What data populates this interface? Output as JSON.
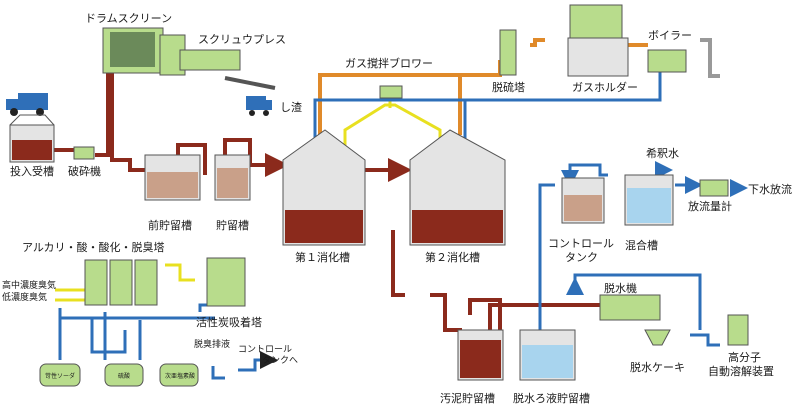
{
  "labels": {
    "drum_screen": "ドラムスクリーン",
    "screw_press": "スクリュウプレス",
    "screenings": "し渣",
    "gas_blower": "ガス撹拌ブロワー",
    "desulfurizer": "脱硫塔",
    "gas_holder": "ガスホルダー",
    "boiler": "ボイラー",
    "receiving_tank": "投入受槽",
    "crusher": "破砕機",
    "pre_storage": "前貯留槽",
    "storage": "貯留槽",
    "digester1": "第１消化槽",
    "digester2": "第２消化槽",
    "dilution_water": "希釈水",
    "control_tank_l1": "コントロール",
    "control_tank_l2": "タンク",
    "mixing_tank": "混合槽",
    "discharge_meter": "放流量計",
    "sewer_discharge": "下水放流",
    "scrubber": "アルカリ・酸・酸化・脱臭塔",
    "high_odor": "高中濃度臭気",
    "low_odor": "低濃度臭気",
    "carbon_tower": "活性炭吸着塔",
    "deodor_drain": "脱臭排液",
    "to_control_l1": "コントロール",
    "to_control_l2": "タンクへ",
    "dewatering": "脱水機",
    "cake": "脱水ケーキ",
    "polymer_l1": "高分子",
    "polymer_l2": "自動溶解装置",
    "sludge_tank": "汚泥貯留槽",
    "filtrate_tank": "脱水ろ液貯留槽",
    "chem1": "苛性ソーダ",
    "chem2": "硫酸",
    "chem3": "次亜塩素酸"
  },
  "colors": {
    "sludge": "#8b2a1c",
    "gas": "#e08a2a",
    "air": "#e8e020",
    "water": "#2e6fb8",
    "equipment": "#b8dc8c",
    "tank_body": "#e4e4e4",
    "truck": "#2f6fb8"
  }
}
